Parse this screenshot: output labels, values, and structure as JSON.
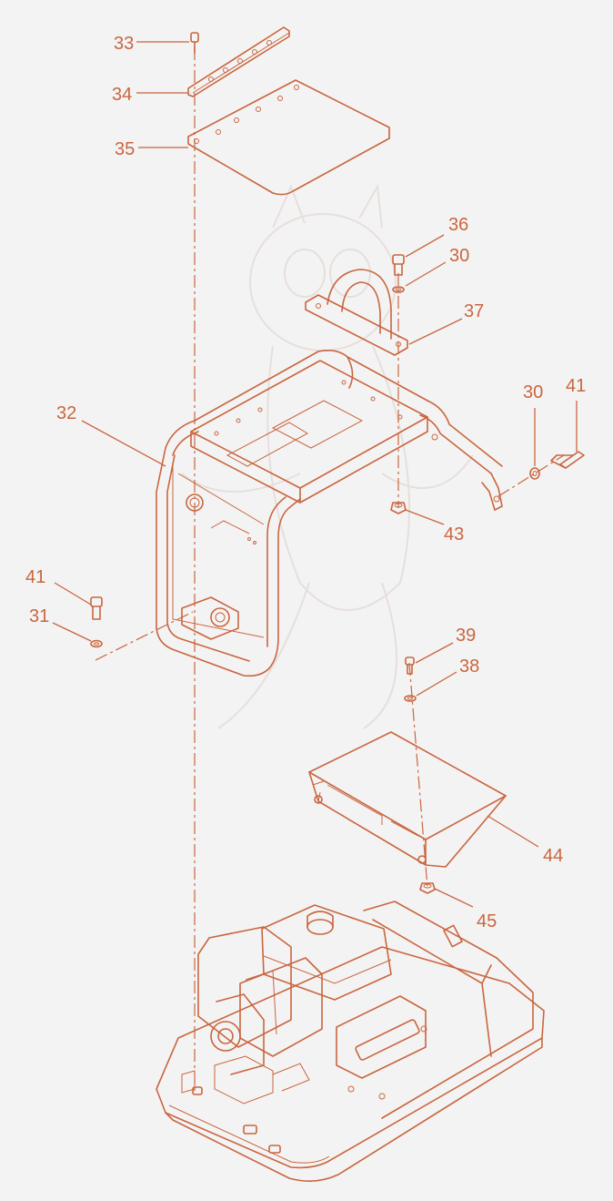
{
  "diagram": {
    "line_color": "#c8663f",
    "background": "#f4f3f3",
    "callouts": [
      {
        "id": "c33",
        "text": "33"
      },
      {
        "id": "c34",
        "text": "34"
      },
      {
        "id": "c35",
        "text": "35"
      },
      {
        "id": "c36",
        "text": "36"
      },
      {
        "id": "c30a",
        "text": "30"
      },
      {
        "id": "c37",
        "text": "37"
      },
      {
        "id": "c30b",
        "text": "30"
      },
      {
        "id": "c41a",
        "text": "41"
      },
      {
        "id": "c32",
        "text": "32"
      },
      {
        "id": "c43",
        "text": "43"
      },
      {
        "id": "c41b",
        "text": "41"
      },
      {
        "id": "c31",
        "text": "31"
      },
      {
        "id": "c39",
        "text": "39"
      },
      {
        "id": "c38",
        "text": "38"
      },
      {
        "id": "c44",
        "text": "44"
      },
      {
        "id": "c45",
        "text": "45"
      }
    ]
  }
}
